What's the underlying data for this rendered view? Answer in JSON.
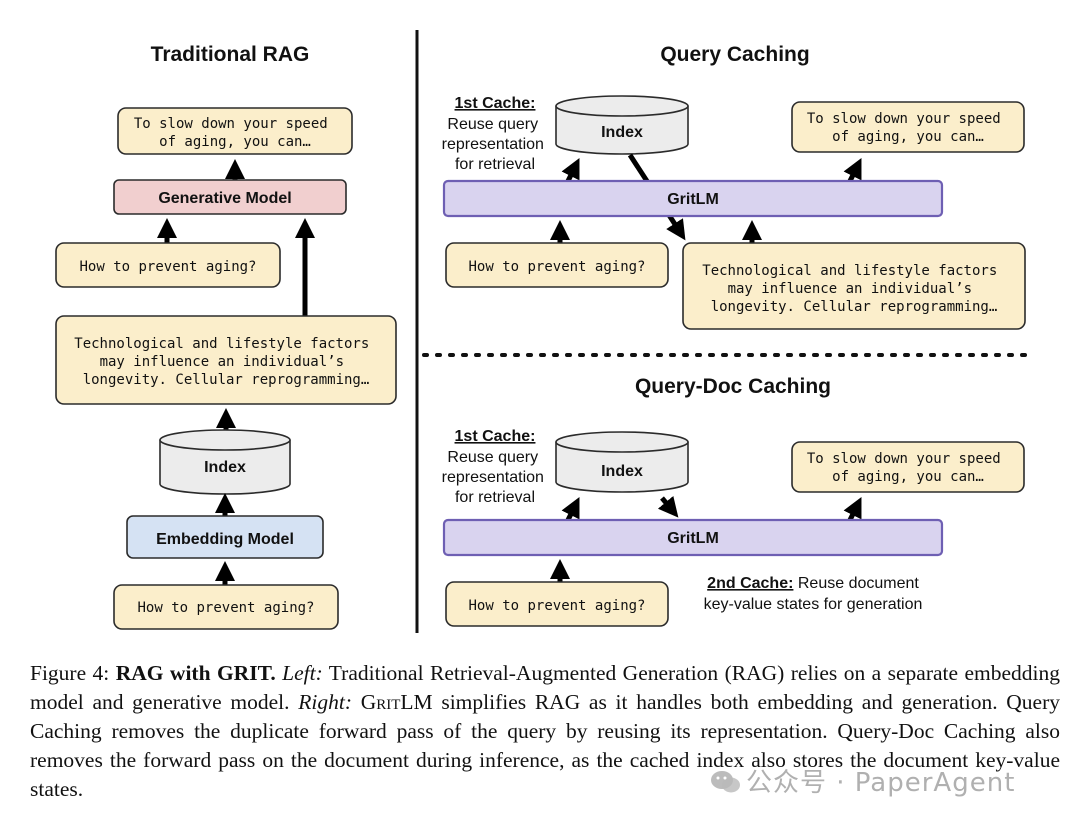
{
  "left": {
    "title": "Traditional RAG",
    "output_text": [
      "To slow down your speed",
      "of aging, you can…"
    ],
    "generative_model": "Generative Model",
    "query": "How to prevent aging?",
    "document_text": [
      "Technological and lifestyle factors",
      "may influence an individual’s",
      "longevity. Cellular reprogramming…"
    ],
    "index": "Index",
    "embedding_model": "Embedding Model",
    "query_bottom": "How to prevent aging?"
  },
  "query_caching": {
    "title": "Query Caching",
    "cache_label": "1st Cache:",
    "cache_desc": [
      "Reuse query",
      "representation",
      "for retrieval"
    ],
    "index": "Index",
    "output_text": [
      "To slow down your speed",
      "of aging, you can…"
    ],
    "gritlm": "GritLM",
    "query": "How to prevent aging?",
    "document_text": [
      "Technological and lifestyle factors",
      "may influence an individual’s",
      "longevity. Cellular reprogramming…"
    ]
  },
  "query_doc_caching": {
    "title": "Query-Doc Caching",
    "cache_label": "1st Cache:",
    "cache_desc": [
      "Reuse query",
      "representation",
      "for retrieval"
    ],
    "index": "Index",
    "output_text": [
      "To slow down your speed",
      "of aging, you can…"
    ],
    "gritlm": "GritLM",
    "query": "How to prevent aging?",
    "cache2_label": "2nd Cache:",
    "cache2_desc_1": " Reuse document",
    "cache2_desc_2": "key-value states for generation"
  },
  "caption": {
    "prefix": "Figure 4: ",
    "bold": "RAG with GRIT.",
    "left_label": "Left:",
    "left_text": " Traditional Retrieval-Augmented Generation (RAG) relies on a separate embedding model and generative model. ",
    "right_label": "Right:",
    "grit_name": "GritLM",
    "right_text": " simplifies RAG as it handles both embedding and generation. Query Caching removes the duplicate forward pass of the query by reusing its representation. Query-Doc Caching also removes the forward pass on the document during inference, as the cached index also stores the document key-value states."
  },
  "watermark": "公众号 · PaperAgent",
  "colors": {
    "text_box": "#fbeecb",
    "generative_model": "#f1cfcf",
    "embedding_model": "#d5e2f3",
    "gritlm": "#d9d3ef",
    "gritlm_border": "#6e5fb3",
    "index": "#ececec"
  }
}
